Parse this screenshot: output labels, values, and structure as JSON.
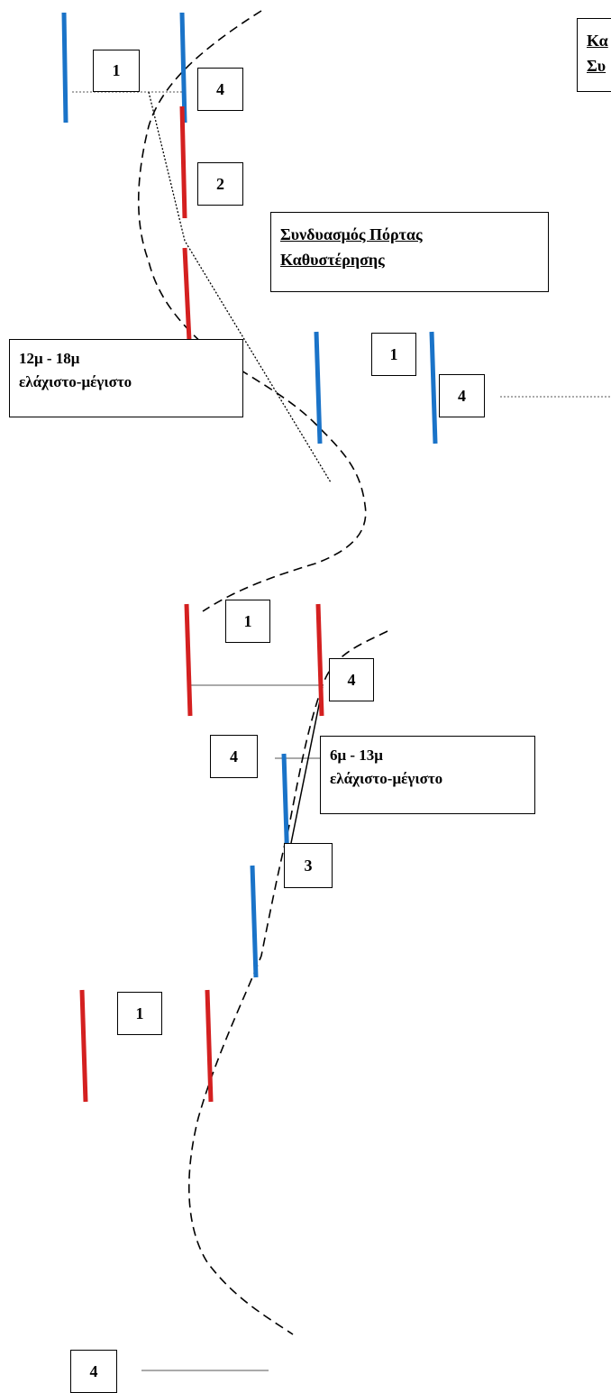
{
  "colors": {
    "blue_gate": "#1a73c8",
    "red_gate": "#d42020",
    "course_line": "#000000",
    "distance_line": "#aaaaaa"
  },
  "header": {
    "title_line1": "Κα",
    "title_line2": "Συ"
  },
  "combo_title": {
    "line1": "Συνδυασμός Πόρτας",
    "line2": "Καθυστέρησης"
  },
  "distance_labels": [
    {
      "line1": "12μ - 18μ",
      "line2": "ελάχιστο-μέγιστο"
    },
    {
      "line1": "6μ - 13μ",
      "line2": "ελάχιστο-μέγιστο"
    }
  ],
  "gate_numbers": {
    "g1": "1",
    "g2": "4",
    "g3": "2",
    "g4": "1",
    "g5": "4",
    "g6": "1",
    "g7": "4",
    "g8": "4",
    "g9": "3",
    "g10": "1",
    "g11": "4"
  }
}
